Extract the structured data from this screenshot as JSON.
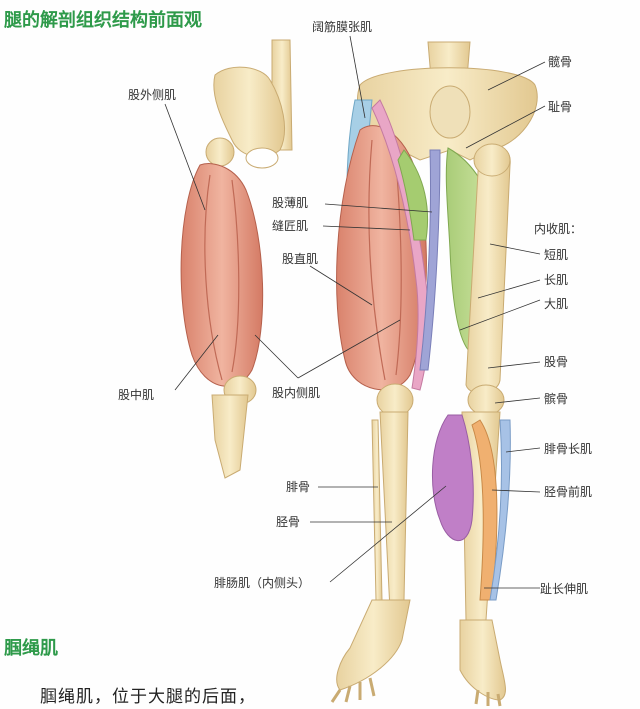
{
  "title": "腿的解剖组织结构前面观",
  "labels": {
    "vastus_lateralis": "股外侧肌",
    "vastus_intermedius": "股中肌",
    "vastus_medialis": "股内侧肌",
    "tensor_fasciae_latae": "阔筋膜张肌",
    "gracilis": "股薄肌",
    "sartorius": "缝匠肌",
    "rectus_femoris": "股直肌",
    "ilium": "髋骨",
    "pubis": "耻骨",
    "adductors": "内收肌：",
    "adductor_brevis": "短肌",
    "adductor_longus": "长肌",
    "adductor_magnus": "大肌",
    "femur": "股骨",
    "patella": "髌骨",
    "fibula": "腓骨",
    "tibia": "胫骨",
    "peroneus_longus": "腓骨长肌",
    "tibialis_anterior": "胫骨前肌",
    "gastrocnemius": "腓肠肌（内侧头）",
    "extensor_digitorum": "趾长伸肌"
  },
  "section_title": "腘绳肌",
  "paragraph": "腘绳肌，位于大腿的后面，",
  "colors": {
    "heading": "#2e9a4a",
    "bone": "#f1dfb4",
    "muscle": "#e7a08a",
    "adductor_green": "#b9d88a",
    "gastrocnemius_purple": "#c07fc7",
    "tibialis_orange": "#f0b070",
    "fascia_blue": "#a7cfe6"
  }
}
